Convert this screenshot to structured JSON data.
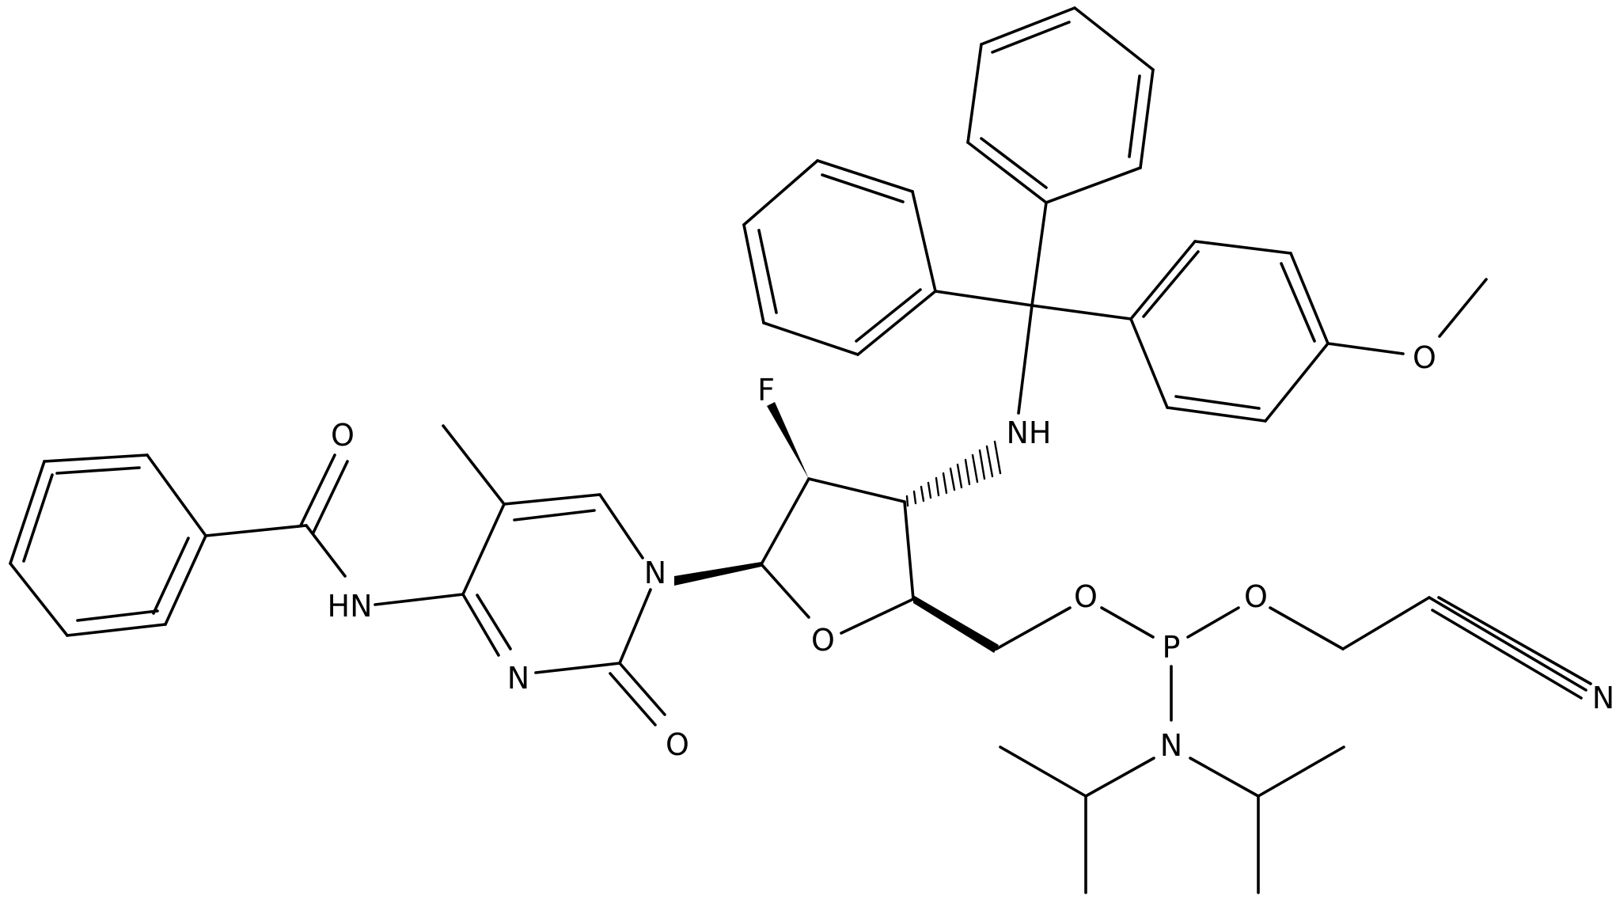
{
  "diagram": {
    "type": "chemical-structure",
    "atom_labels": {
      "o_benzoyl": "O",
      "hn_amide": "HN",
      "n_pyrimidine_3": "N",
      "o_carbonyl_2": "O",
      "n_pyrimidine_1": "N",
      "o_ring": "O",
      "f": "F",
      "nh_amine": "NH",
      "o_methoxy": "O",
      "o_phosphite_1": "O",
      "p": "P",
      "o_phosphite_2": "O",
      "n_nitrile": "N",
      "n_diisopropyl": "N"
    },
    "colors": {
      "ink": "#000000",
      "background": "#ffffff"
    }
  }
}
